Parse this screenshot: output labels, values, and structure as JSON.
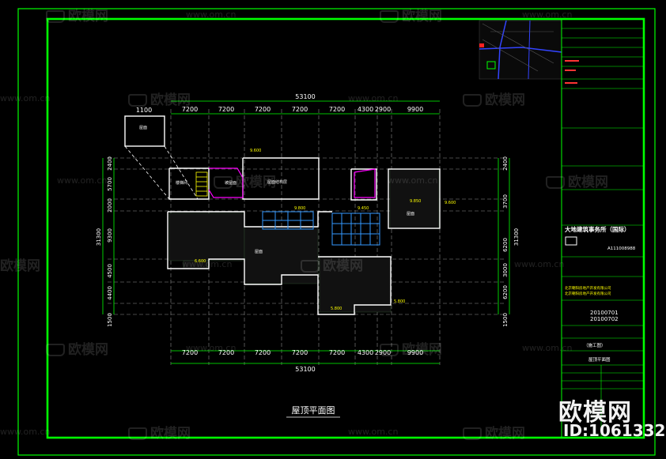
{
  "drawing": {
    "title": "屋顶平面图",
    "dims_top": [
      "7200",
      "7200",
      "7200",
      "7200",
      "7200",
      "4300",
      "2900",
      "9900"
    ],
    "dims_bottom": [
      "7200",
      "7200",
      "7200",
      "7200",
      "7200",
      "4300",
      "2900",
      "9900"
    ],
    "overall_top": "53100",
    "overall_bottom": "53100",
    "small_box_dim": "1100",
    "dims_left": [
      "2400",
      "5700",
      "2000",
      "9300",
      "4500",
      "4400",
      "1500"
    ],
    "overall_left": "31300",
    "dims_right": [
      "2400",
      "3700",
      "6200",
      "3000",
      "6200",
      "1500"
    ],
    "overall_right": "31300",
    "room_labels": [
      "屋面",
      "屋面结构层",
      "屋面",
      "屋面",
      "楼梯间",
      "坡屋面"
    ],
    "elev_labels": [
      "9.600",
      "9.800",
      "9.450",
      "9.600",
      "9.850",
      "6.600",
      "5.800",
      "5.800"
    ]
  },
  "title_block": {
    "firm": "大地建筑事务所（国际）",
    "cert": "A111008988",
    "project_line1": "北京朝阳房地产开发有限公司",
    "project_line2": "北京朝阳房地产开发有限公司",
    "code1": "20100701",
    "code2": "20100702",
    "stage": "（施工图）",
    "sheet_name": "屋顶平面图"
  },
  "watermark": {
    "cn": "欧模网",
    "url": "www.om.cn",
    "logo": "欧模网",
    "id": "ID:1061332"
  },
  "colors": {
    "frame": "#00ff00",
    "text_yellow": "#ffff00",
    "text_cyan": "#00ffff",
    "wall": "#ffffff",
    "grid": "#9a9a9a",
    "magenta": "#ff00ff",
    "glass": "#3399ff"
  }
}
